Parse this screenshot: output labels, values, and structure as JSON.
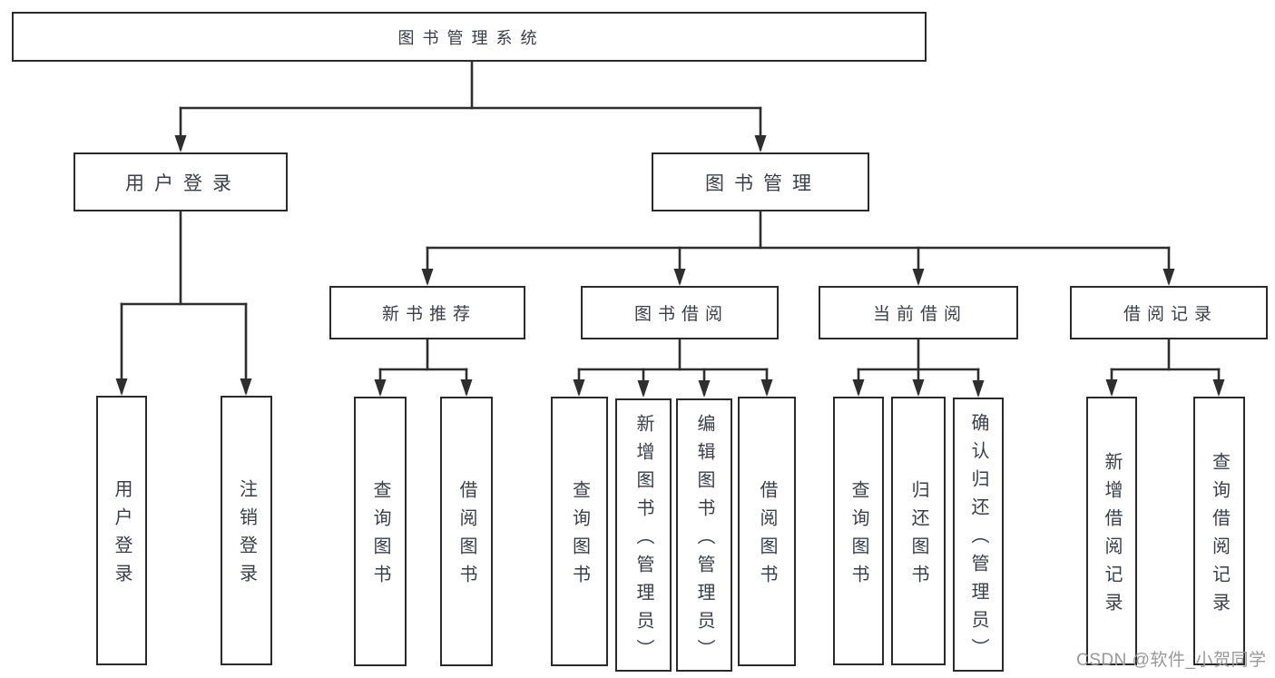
{
  "diagram": {
    "root": {
      "label": "图书管理系统"
    },
    "level1": [
      {
        "label": "用户登录"
      },
      {
        "label": "图书管理"
      }
    ],
    "level2": [
      {
        "label": "新书推荐"
      },
      {
        "label": "图书借阅"
      },
      {
        "label": "当前借阅"
      },
      {
        "label": "借阅记录"
      }
    ],
    "leaves": {
      "login": [
        "用户登录",
        "注销登录"
      ],
      "newbook": [
        "查询图书",
        "借阅图书"
      ],
      "borrow": [
        "查询图书",
        "新增图书（管理员）",
        "编辑图书（管理员）",
        "借阅图书"
      ],
      "current": [
        "查询图书",
        "归还图书",
        "确认归还（管理员）"
      ],
      "records": [
        "新增借阅记录",
        "查询借阅记录"
      ]
    }
  },
  "watermark": "CSDN @软件_小贺同学",
  "colors": {
    "line": "#2e2e2e",
    "border": "#2b2b2b",
    "text": "#3a3f47",
    "watermark": "#999999"
  }
}
